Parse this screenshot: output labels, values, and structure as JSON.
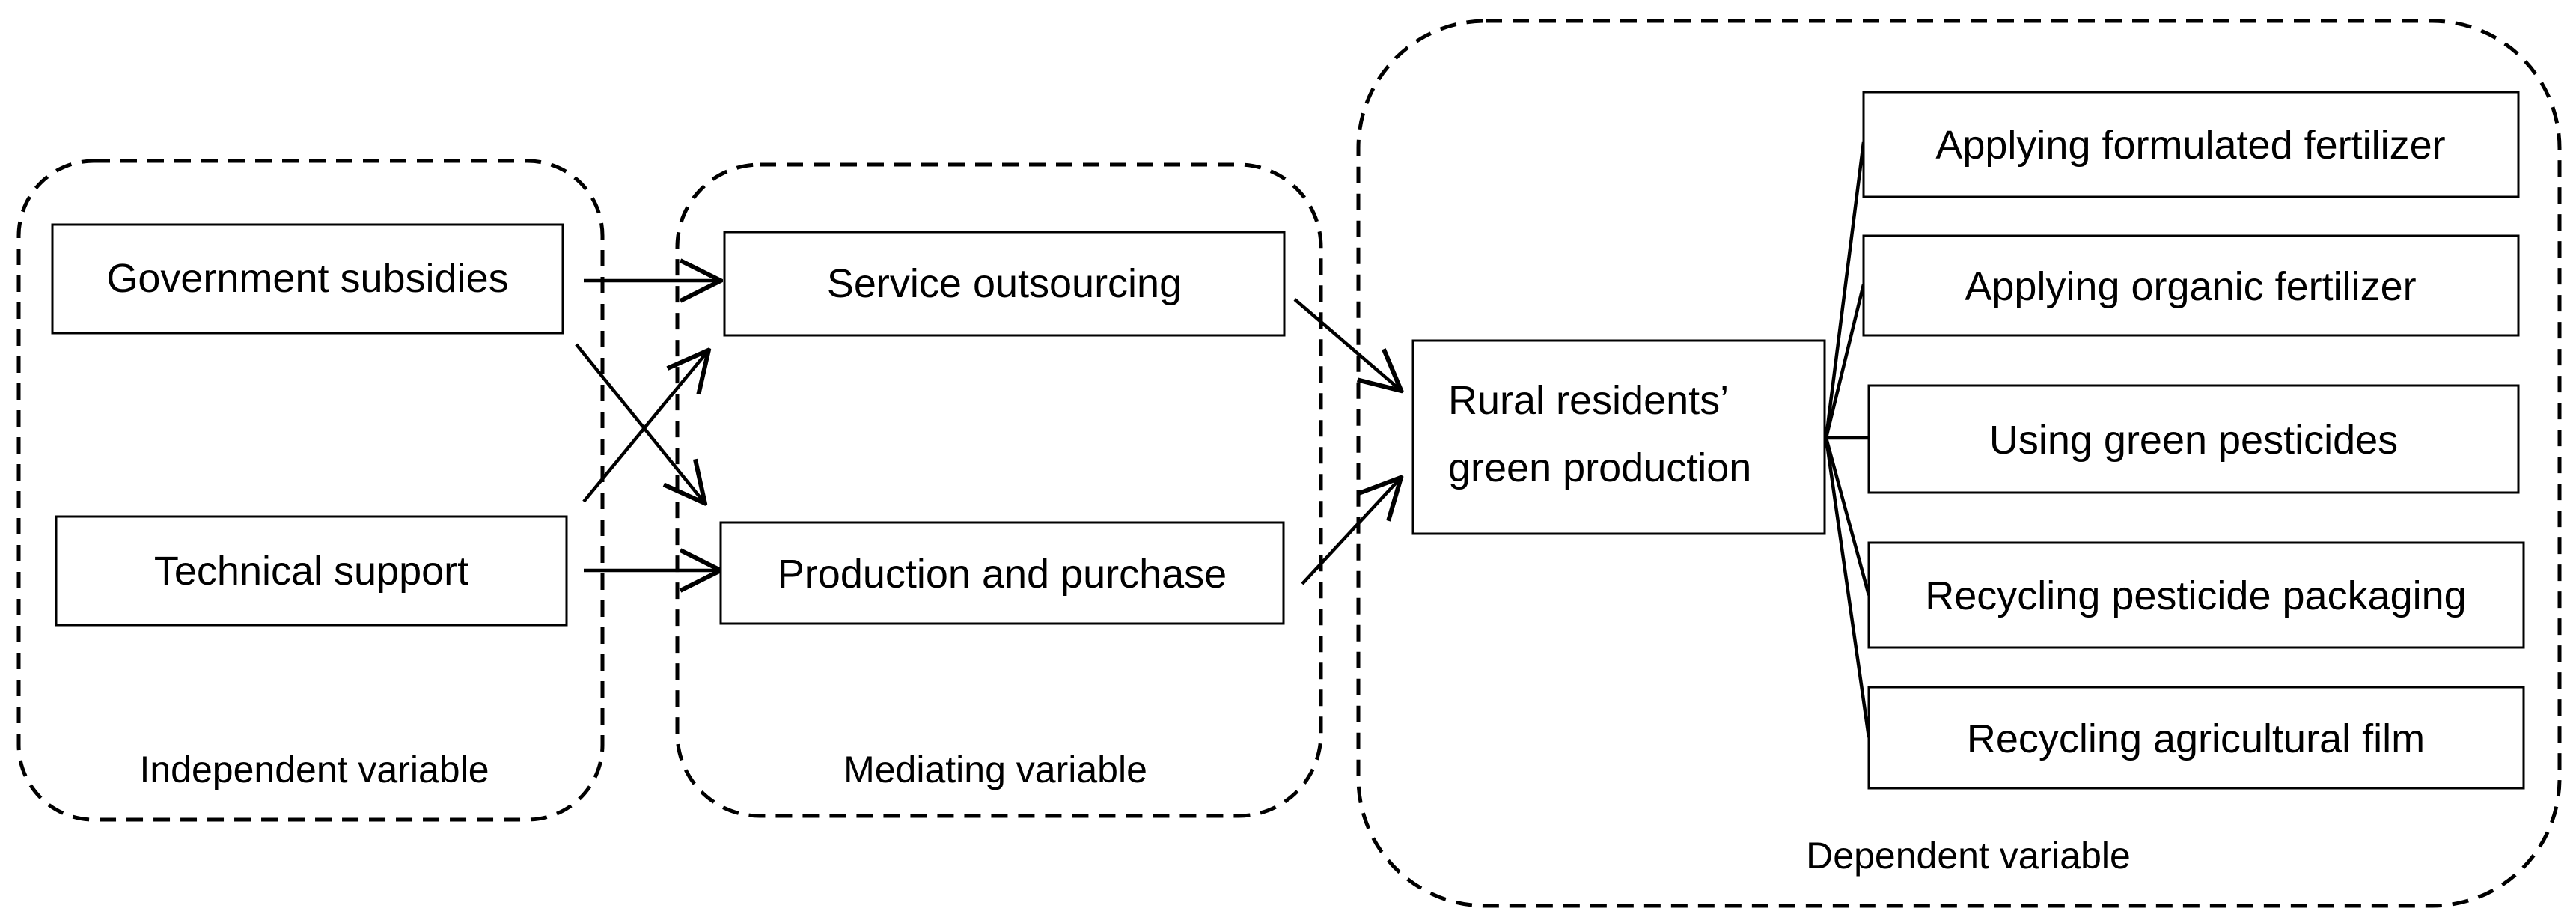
{
  "groups": {
    "independent": "Independent variable",
    "mediating": "Mediating variable",
    "dependent": "Dependent variable"
  },
  "nodes": {
    "government_subsidies": "Government subsidies",
    "technical_support": "Technical support",
    "service_outsourcing": "Service outsourcing",
    "production_purchase": "Production and purchase",
    "green_production_line1": "Rural residents’",
    "green_production_line2": "green production",
    "formulated_fertilizer": "Applying formulated fertilizer",
    "organic_fertilizer": "Applying organic fertilizer",
    "green_pesticides": "Using green pesticides",
    "pesticide_packaging": "Recycling pesticide packaging",
    "agricultural_film": "Recycling agricultural film"
  },
  "edges": [
    {
      "from": "Government subsidies",
      "to": "Service outsourcing"
    },
    {
      "from": "Government subsidies",
      "to": "Production and purchase"
    },
    {
      "from": "Technical support",
      "to": "Service outsourcing"
    },
    {
      "from": "Technical support",
      "to": "Production and purchase"
    },
    {
      "from": "Service outsourcing",
      "to": "Rural residents’ green production"
    },
    {
      "from": "Production and purchase",
      "to": "Rural residents’ green production"
    }
  ],
  "colors": {
    "line": "#000000",
    "background": "#ffffff"
  }
}
